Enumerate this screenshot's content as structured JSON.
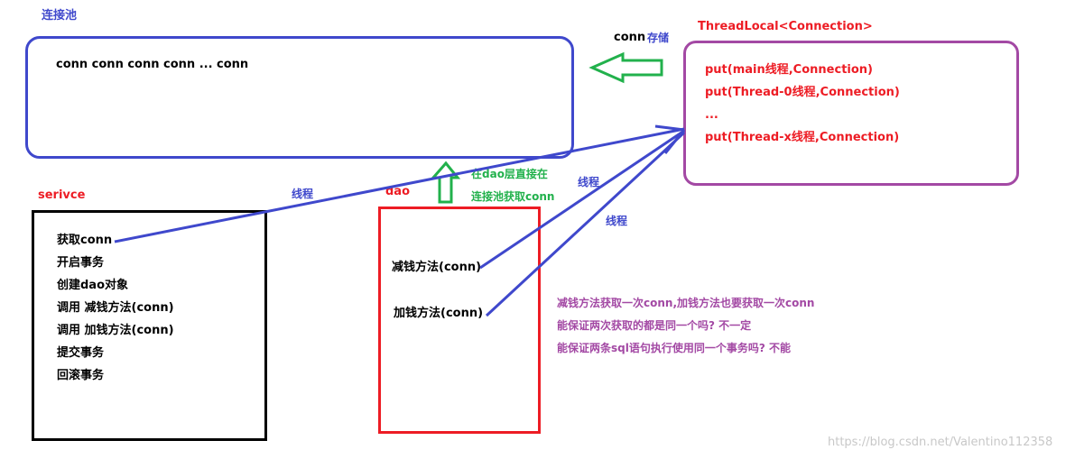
{
  "pool": {
    "title": "连接池",
    "content": "conn conn conn conn ... conn"
  },
  "storage_label": {
    "conn": "conn",
    "action": "存储"
  },
  "threadlocal": {
    "title": "ThreadLocal<Connection>",
    "entries": [
      "put(main线程,Connection)",
      "put(Thread-0线程,Connection)",
      "...",
      "put(Thread-x线程,Connection)"
    ]
  },
  "service": {
    "title": "serivce",
    "items": [
      "获取conn",
      "开启事务",
      "创建dao对象",
      "调用 减钱方法(conn)",
      "调用 加钱方法(conn)",
      "提交事务",
      "回滚事务"
    ]
  },
  "dao": {
    "title": "dao",
    "methods": [
      "减钱方法(conn)",
      "加钱方法(conn)"
    ],
    "direct_note_line1": "在dao层直接在",
    "direct_note_line2": "连接池获取conn"
  },
  "thread_labels": [
    "线程",
    "线程",
    "线程"
  ],
  "notes": [
    "减钱方法获取一次conn,加钱方法也要获取一次conn",
    "能保证两次获取的都是同一个吗? 不一定",
    "能保证两条sql语句执行使用同一个事务吗? 不能"
  ],
  "watermark": "https://blog.csdn.net/Valentino112358",
  "colors": {
    "blue": "#3f48cc",
    "purple": "#a349a4",
    "red": "#ed1c24",
    "green": "#22b14c",
    "black": "#000000",
    "dark_purple": "#8e3aa8",
    "watermark": "#c8c8c8"
  }
}
